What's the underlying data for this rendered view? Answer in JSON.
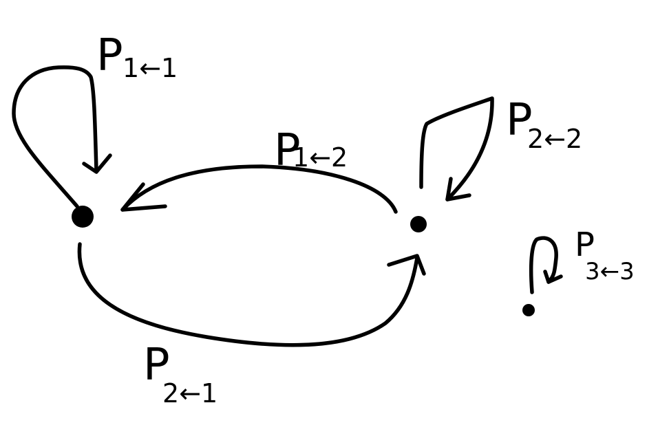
{
  "nodes": [
    {
      "id": "1"
    },
    {
      "id": "2"
    },
    {
      "id": "3"
    }
  ],
  "edges": [
    {
      "from": "1",
      "to": "1",
      "label_main": "P",
      "label_sub": "1←1"
    },
    {
      "from": "2",
      "to": "1",
      "label_main": "P",
      "label_sub": "1←2"
    },
    {
      "from": "2",
      "to": "2",
      "label_main": "P",
      "label_sub": "2←2"
    },
    {
      "from": "1",
      "to": "2",
      "label_main": "P",
      "label_sub": "2←1"
    },
    {
      "from": "3",
      "to": "3",
      "label_main": "P",
      "label_sub": "3←3"
    }
  ],
  "colors": {
    "ink": "#000000",
    "background": "#ffffff"
  }
}
